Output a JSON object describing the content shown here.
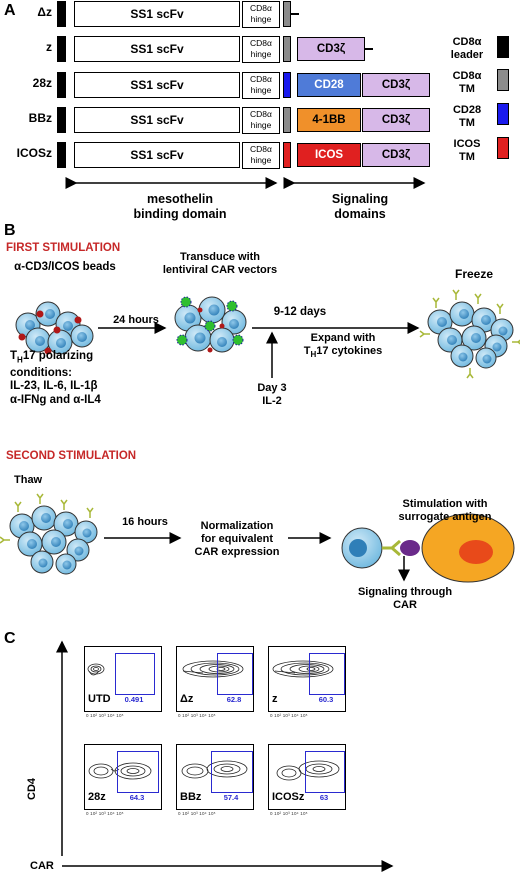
{
  "panels": {
    "a": "A",
    "b": "B",
    "c": "C"
  },
  "constructs": [
    {
      "label": "Δz",
      "scfv": "SS1 scFv",
      "hinge_line1": "CD8α",
      "hinge_line2": "hinge",
      "tm_color": "#8c8c8c",
      "domains": []
    },
    {
      "label": "z",
      "scfv": "SS1 scFv",
      "hinge_line1": "CD8α",
      "hinge_line2": "hinge",
      "tm_color": "#8c8c8c",
      "domains": [
        {
          "text": "CD3ζ",
          "color": "#d7b8e8"
        }
      ]
    },
    {
      "label": "28z",
      "scfv": "SS1 scFv",
      "hinge_line1": "CD8α",
      "hinge_line2": "hinge",
      "tm_color": "#1a1aee",
      "domains": [
        {
          "text": "CD28",
          "color": "#4f7bd8"
        },
        {
          "text": "CD3ζ",
          "color": "#d7b8e8"
        }
      ]
    },
    {
      "label": "BBz",
      "scfv": "SS1 scFv",
      "hinge_line1": "CD8α",
      "hinge_line2": "hinge",
      "tm_color": "#8c8c8c",
      "domains": [
        {
          "text": "4-1BB",
          "color": "#f0902a"
        },
        {
          "text": "CD3ζ",
          "color": "#d7b8e8"
        }
      ]
    },
    {
      "label": "ICOSz",
      "scfv": "SS1 scFv",
      "hinge_line1": "CD8α",
      "hinge_line2": "hinge",
      "tm_color": "#e02020",
      "domains": [
        {
          "text": "ICOS",
          "color": "#e02020"
        },
        {
          "text": "CD3ζ",
          "color": "#d7b8e8"
        }
      ]
    }
  ],
  "legend": [
    {
      "line1": "CD8α",
      "line2": "leader",
      "color": "#000000"
    },
    {
      "line1": "CD8α",
      "line2": "TM",
      "color": "#8c8c8c"
    },
    {
      "line1": "CD28",
      "line2": "TM",
      "color": "#1a1aee"
    },
    {
      "line1": "ICOS",
      "line2": "TM",
      "color": "#e02020"
    }
  ],
  "bracket_labels": {
    "mesothelin_line1": "mesothelin",
    "mesothelin_line2": "binding domain",
    "signaling_line1": "Signaling",
    "signaling_line2": "domains"
  },
  "first_stimulation": {
    "heading": "FIRST STIMULATION",
    "beads": "α-CD3/ICOS beads",
    "transduce_line1": "Transduce with",
    "transduce_line2": "lentiviral CAR vectors",
    "hours": "24 hours",
    "days": "9-12 days",
    "expand_line1": "Expand with",
    "expand_line2_prefix": "T",
    "expand_line2_sub": "H",
    "expand_line2_suffix": "17 cytokines",
    "day3_line1": "Day 3",
    "day3_line2": "IL-2",
    "freeze": "Freeze",
    "th17_prefix": "T",
    "th17_sub": "H",
    "th17_suffix": "17 polarizing",
    "cond_line1": "conditions:",
    "cond_line2": "IL-23, IL-6, IL-1β",
    "cond_line3": "α-IFNg and α-IL4"
  },
  "second_stimulation": {
    "heading": "SECOND STIMULATION",
    "thaw": "Thaw",
    "hours": "16 hours",
    "norm_line1": "Normalization",
    "norm_line2": "for equivalent",
    "norm_line3": "CAR expression",
    "stim_line1": "Stimulation with",
    "stim_line2": "surrogate antigen",
    "signal_line1": "Signaling through",
    "signal_line2": "CAR"
  },
  "flow": {
    "y_axis": "CD4",
    "x_axis": "CAR",
    "tick_text": "0  10²   10³   10⁴   10⁵",
    "plots": [
      {
        "name": "UTD",
        "value": "0.491"
      },
      {
        "name": "Δz",
        "value": "62.8"
      },
      {
        "name": "z",
        "value": "60.3"
      },
      {
        "name": "28z",
        "value": "64.3"
      },
      {
        "name": "BBz",
        "value": "57.4"
      },
      {
        "name": "ICOSz",
        "value": "63"
      }
    ]
  }
}
